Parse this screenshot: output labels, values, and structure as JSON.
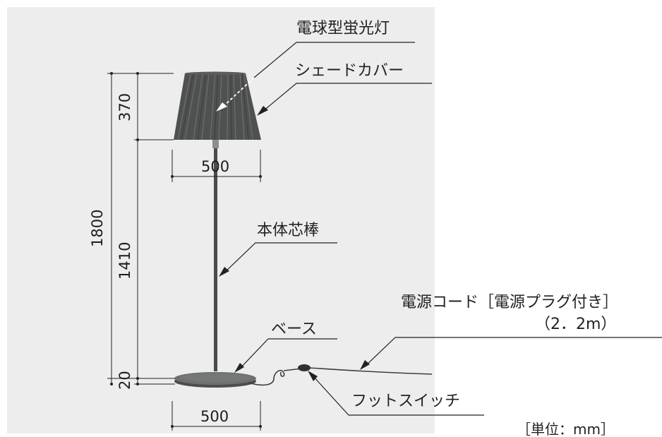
{
  "labels": {
    "bulb": "電球型蛍光灯",
    "shade_cover": "シェードカバー",
    "body_pole": "本体芯棒",
    "power_cord": "電源コード［電源プラグ付き］",
    "cord_length": "（2．2m）",
    "base": "ベース",
    "foot_switch": "フットスイッチ",
    "unit_note": "［単位：mm］"
  },
  "dimensions": {
    "shade_height": "370",
    "shade_width": "500",
    "total_height": "1800",
    "pole_height": "1410",
    "base_height": "20",
    "base_width": "500"
  },
  "colors": {
    "panel_bg": "#ecedec",
    "shade": "#4f5150",
    "pole": "#4a4b4b",
    "base": "#4c4d4d",
    "line": "#222222"
  }
}
